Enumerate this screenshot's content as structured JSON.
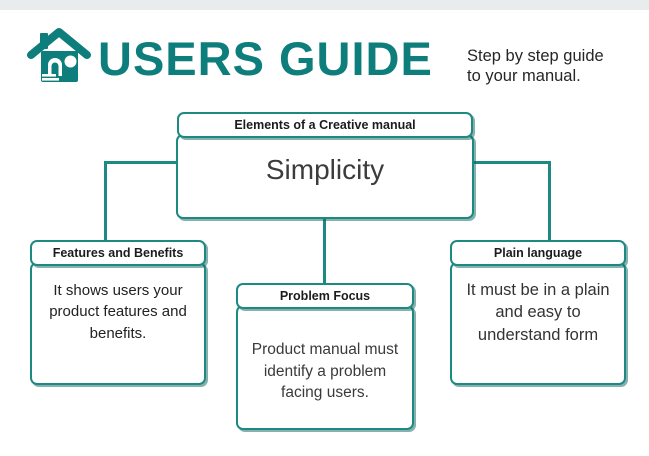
{
  "colors": {
    "accent": "#0e7e7c",
    "box_border": "#1c8a83",
    "topbar_gray": "#e9ecec",
    "text_dark": "#262626",
    "text_body": "#3a3a3a"
  },
  "header": {
    "logo_icon": "house-icon",
    "title": "USERS GUIDE",
    "subtitle_lines": [
      "Step by step guide",
      "to your manual."
    ]
  },
  "diagram": {
    "root": {
      "header": "Elements of a Creative manual",
      "body": "Simplicity"
    },
    "nodes": [
      {
        "header": "Features and Benefits",
        "body": "It shows users your product features and benefits."
      },
      {
        "header": "Problem Focus",
        "body": "Product manual must  identify a problem facing users."
      },
      {
        "header": "Plain language",
        "body": "It must be in a plain and easy to understand form"
      }
    ]
  }
}
